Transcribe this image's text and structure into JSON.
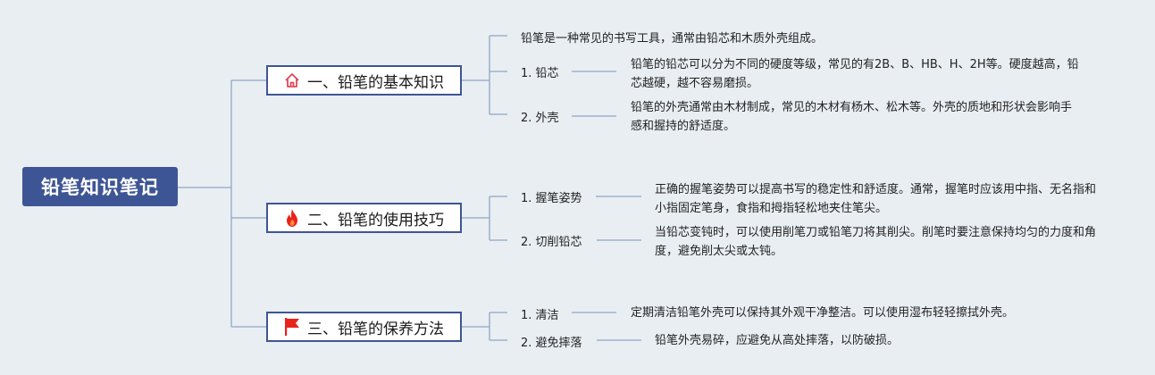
{
  "root": {
    "title": "铅笔知识笔记"
  },
  "branches": [
    {
      "title": "一、铅笔的基本知识",
      "icon": "home-icon",
      "intro": "铅笔是一种常见的书写工具，通常由铅芯和木质外壳组成。",
      "items": [
        {
          "label": "1. 铅芯",
          "text": "铅笔的铅芯可以分为不同的硬度等级，常见的有2B、B、HB、H、2H等。硬度越高，铅芯越硬，越不容易磨损。"
        },
        {
          "label": "2. 外壳",
          "text": "铅笔的外壳通常由木材制成，常见的木材有杨木、松木等。外壳的质地和形状会影响手感和握持的舒适度。"
        }
      ]
    },
    {
      "title": "二、铅笔的使用技巧",
      "icon": "fire-icon",
      "items": [
        {
          "label": "1. 握笔姿势",
          "text": "正确的握笔姿势可以提高书写的稳定性和舒适度。通常，握笔时应该用中指、无名指和小指固定笔身，食指和拇指轻松地夹住笔尖。"
        },
        {
          "label": "2. 切削铅芯",
          "text": "当铅芯变钝时，可以使用削笔刀或铅笔刀将其削尖。削笔时要注意保持均匀的力度和角度，避免削太尖或太钝。"
        }
      ]
    },
    {
      "title": "三、铅笔的保养方法",
      "icon": "flag-icon",
      "items": [
        {
          "label": "1. 清洁",
          "text": "定期清洁铅笔外壳可以保持其外观干净整洁。可以使用湿布轻轻擦拭外壳。"
        },
        {
          "label": "2. 避免摔落",
          "text": "铅笔外壳易碎，应避免从高处摔落，以防破损。"
        }
      ]
    }
  ],
  "colors": {
    "accent": "#3e5595",
    "line": "#8fa6c6",
    "background": "#e9eef2",
    "icon_red": "#e8231b"
  }
}
